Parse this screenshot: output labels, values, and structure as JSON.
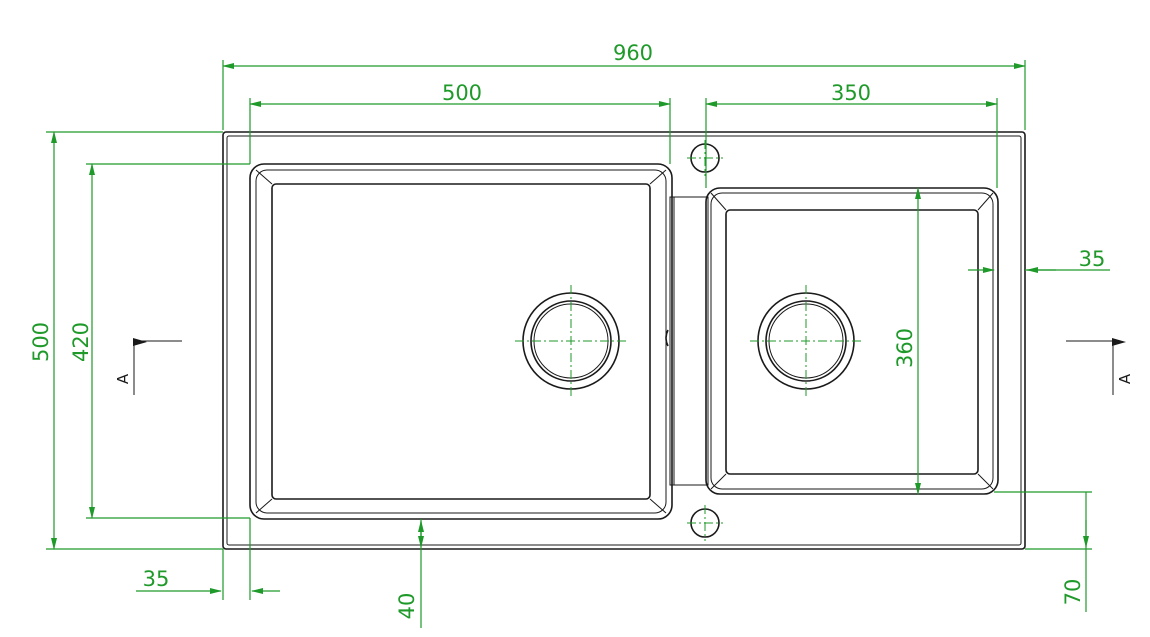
{
  "dimensions": {
    "overall_width": "960",
    "left_bowl_width": "500",
    "right_bowl_width": "350",
    "overall_depth": "500",
    "left_bowl_depth": "420",
    "right_bowl_depth": "360",
    "right_margin": "35",
    "left_margin": "35",
    "front_margin": "40",
    "right_front_offset": "70"
  },
  "section_marker": {
    "left": "A",
    "right": "A"
  },
  "colors": {
    "dimension": "#1f9a2a",
    "outline": "#1a1a1a"
  }
}
